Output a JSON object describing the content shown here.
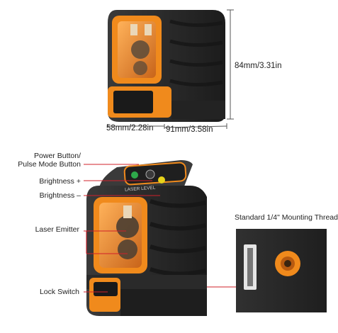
{
  "dimensions": {
    "height": "84mm/3.31in",
    "depth": "58mm/2.28in",
    "width": "91mm/3.58in"
  },
  "callouts": {
    "power_button_line1": "Power Button/",
    "power_button_line2": "Pulse Mode Button",
    "brightness_plus": "Brightness +",
    "brightness_minus": "Brightness –",
    "laser_emitter": "Laser Emitter",
    "lock_switch": "Lock Switch",
    "mounting_thread": "Standard 1/4\" Mounting Thread"
  },
  "device_print": {
    "panel_text": "LASER LEVEL"
  },
  "colors": {
    "body": "#2b2b2b",
    "accent_orange": "#f08a1c",
    "callout_red": "#d0202a",
    "dim_line": "#555555"
  }
}
